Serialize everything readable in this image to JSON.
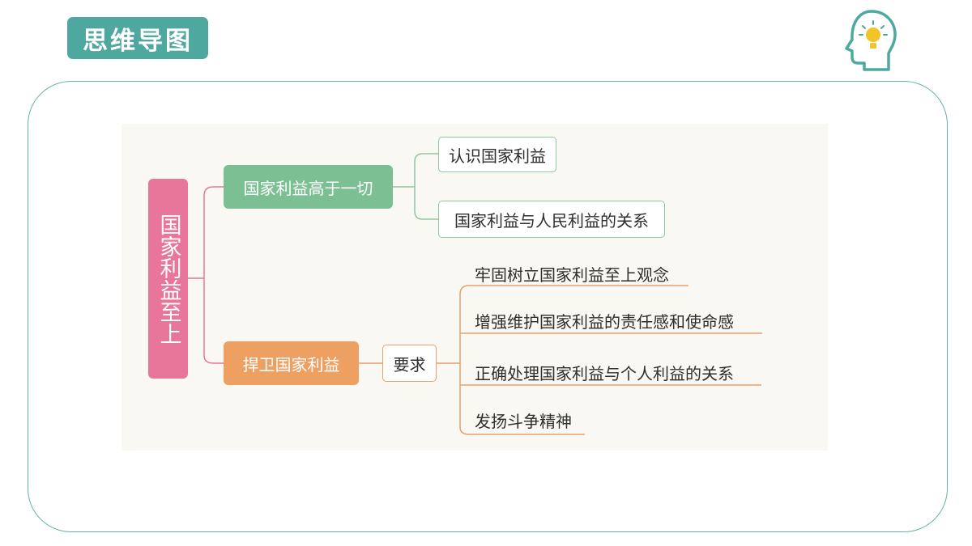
{
  "header": {
    "badge_label": "思维导图",
    "icon": "head-lightbulb-icon",
    "accent_color": "#4fa89f"
  },
  "mindmap": {
    "root": "国家利益至上",
    "branch1": {
      "label": "国家利益高于一切",
      "color": "#7cbf93",
      "children": [
        "认识国家利益",
        "国家利益与人民利益的关系"
      ]
    },
    "branch2": {
      "label": "捍卫国家利益",
      "color": "#eea063",
      "sub": "要求",
      "children": [
        "牢固树立国家利益至上观念",
        "增强维护国家利益的责任感和使命感",
        "正确处理国家利益与个人利益的关系",
        "发扬斗争精神"
      ]
    }
  }
}
